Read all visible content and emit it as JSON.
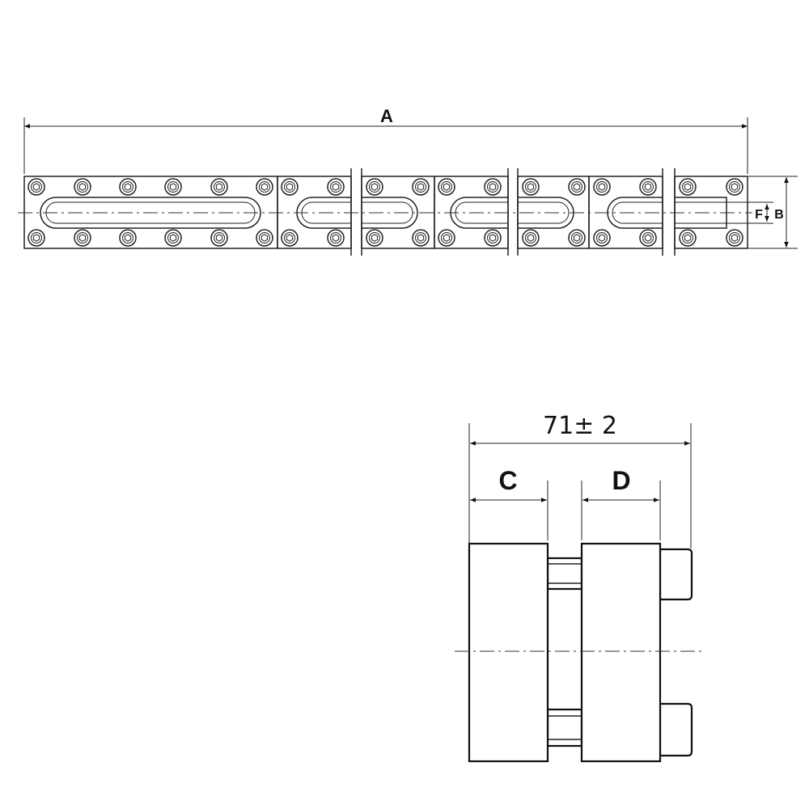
{
  "labels": {
    "A": "A",
    "B": "B",
    "F": "F",
    "C": "C",
    "D": "D",
    "overall_width": "71± 2"
  },
  "colors": {
    "line": "#222222",
    "background": "#ffffff"
  }
}
